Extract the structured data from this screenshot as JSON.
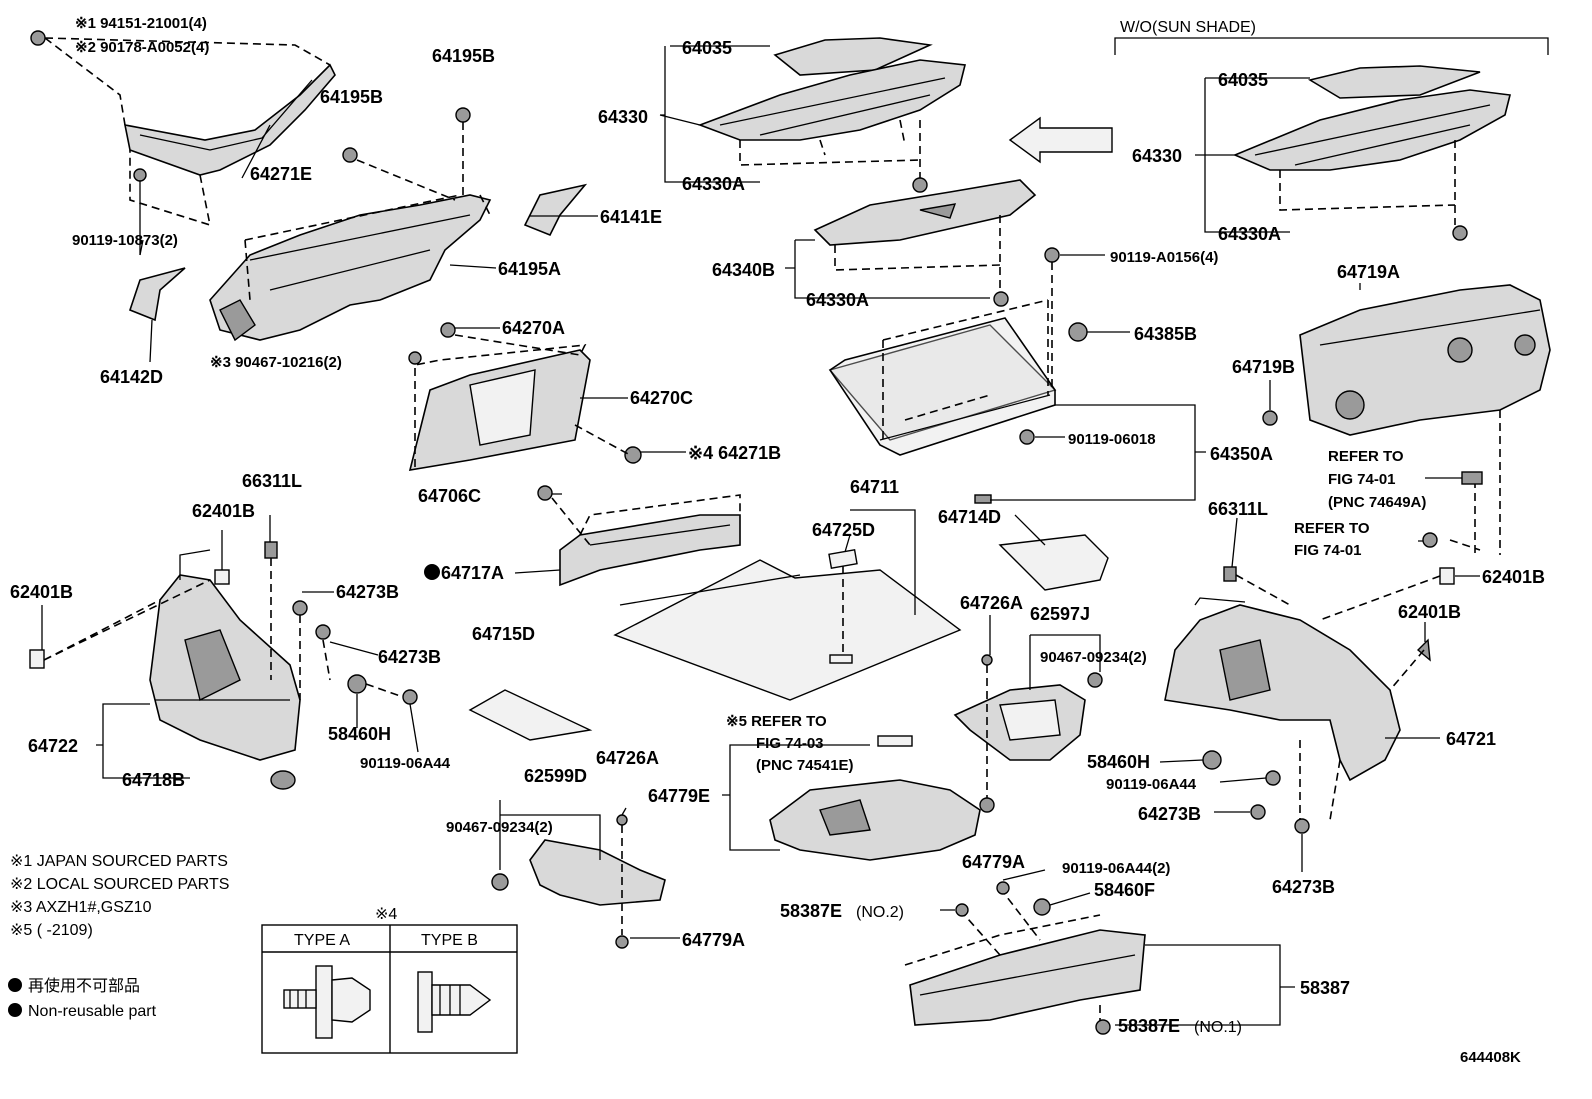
{
  "labels": {
    "p94151": "※1 94151-21001(4)",
    "p90178": "※2 90178-A0052(4)",
    "p64271E": "64271E",
    "p90119_10873": "90119-10873(2)",
    "p64195B_a": "64195B",
    "p64195B_b": "64195B",
    "p64141E": "64141E",
    "p64195A": "64195A",
    "p64142D": "64142D",
    "p64270A": "64270A",
    "p90467_10216": "※3 90467-10216(2)",
    "p64270C": "64270C",
    "p64271B": "※4 64271B",
    "p64706C": "64706C",
    "p64717A": "64717A",
    "p66311L_l": "66311L",
    "p62401B_l1": "62401B",
    "p62401B_l2": "62401B",
    "p64273B_l1": "64273B",
    "p64273B_l2": "64273B",
    "p64722": "64722",
    "p58460H_l": "58460H",
    "p90119_06A44_l": "90119-06A44",
    "p64718B": "64718B",
    "p64715D": "64715D",
    "p62599D": "62599D",
    "p64726A_l": "64726A",
    "p90467_09234_l": "90467-09234(2)",
    "p64779A_l": "64779A",
    "p64035": "64035",
    "p64330": "64330",
    "p64330A_1": "64330A",
    "p64340B": "64340B",
    "p64330A_2": "64330A",
    "p90119_A0156": "90119-A0156(4)",
    "p64385B": "64385B",
    "p90119_06018": "90119-06018",
    "p64350A": "64350A",
    "p64711": "64711",
    "p64725D": "64725D",
    "p64714D": "64714D",
    "p64726A_r": "64726A",
    "p62597J": "62597J",
    "p90467_09234_r": "90467-09234(2)",
    "p64779E": "64779E",
    "p64779A_r": "64779A",
    "p90119_06A44_2": "90119-06A44(2)",
    "p58460F": "58460F",
    "p58387E_2": "58387E",
    "p58387E_2_suffix": "(NO.2)",
    "p58387": "58387",
    "p58387E_1": "58387E",
    "p58387E_1_suffix": "(NO.1)",
    "wo_sun_shade": "W/O(SUN SHADE)",
    "p64035_r": "64035",
    "p64330_r": "64330",
    "p64330A_r": "64330A",
    "p64719A": "64719A",
    "p64719B": "64719B",
    "p66311L_r": "66311L",
    "p62401B_r1": "62401B",
    "p62401B_r2": "62401B",
    "p64721": "64721",
    "p58460H_r": "58460H",
    "p90119_06A44_r": "90119-06A44",
    "p64273B_r1": "64273B",
    "p64273B_r2": "64273B",
    "ref_7401_a_1": "REFER TO",
    "ref_7401_a_2": "FIG 74-01",
    "ref_7401_a_3": "(PNC 74649A)",
    "ref_7401_b_1": "REFER TO",
    "ref_7401_b_2": "FIG 74-01",
    "ref_7403_1": "※5 REFER TO",
    "ref_7403_2": "FIG 74-03",
    "ref_7403_3": "(PNC 74541E)",
    "figure_id": "644408K"
  },
  "notes": [
    "※1 JAPAN SOURCED PARTS",
    "※2 LOCAL SOURCED PARTS",
    "※3 AXZH1#,GSZ10",
    "※5 (        -2109)"
  ],
  "legend": {
    "jp": "再使用不可部品",
    "en": "Non-reusable part"
  },
  "type_table": {
    "ref": "※4",
    "col_a": "TYPE A",
    "col_b": "TYPE B"
  }
}
